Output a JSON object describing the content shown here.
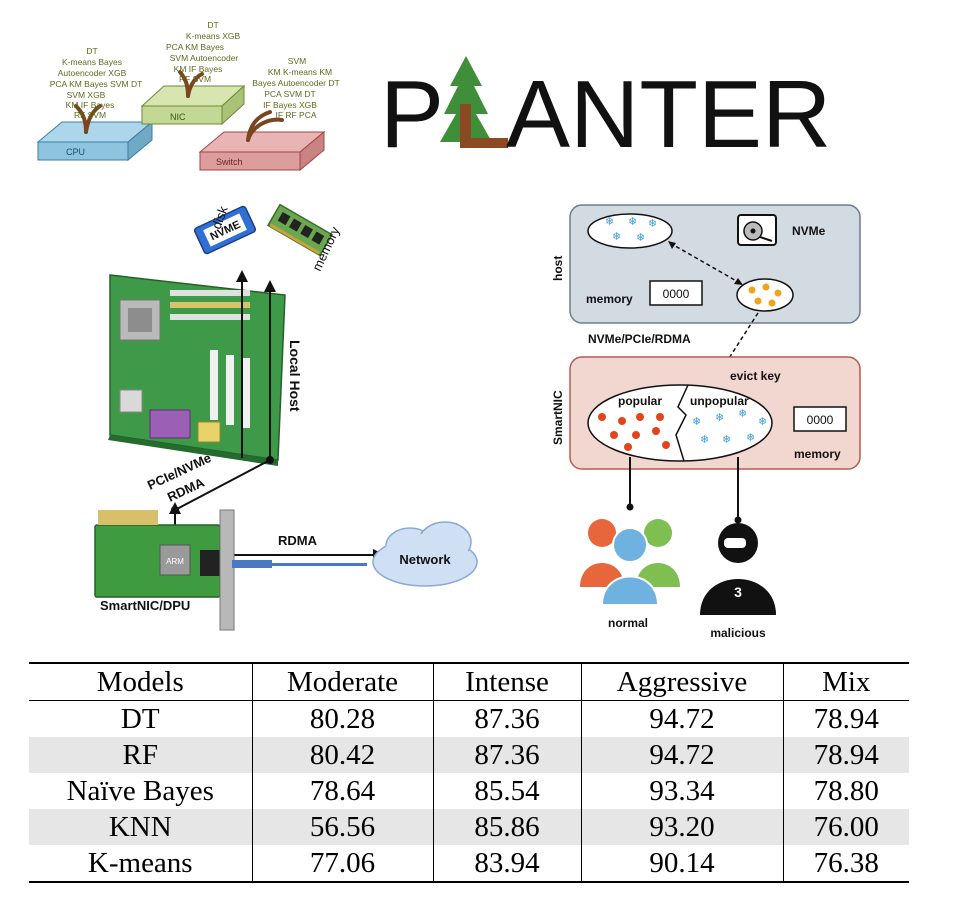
{
  "logo": {
    "text": "PLANTER",
    "letters_before_tree": "P",
    "letters_after_tree": "ANTER"
  },
  "planting": {
    "platforms": [
      "CPU",
      "NIC",
      "Switch"
    ],
    "cpu_words": [
      "DT",
      "K-means Bayes",
      "Autoencoder XGB",
      "PCA KM Bayes SVM DT",
      "SVM XGB",
      "KM IF Bayes",
      "RF SVM"
    ],
    "nic_words": [
      "DT",
      "K-means XGB",
      "PCA KM Bayes",
      "SVM Autoencoder",
      "KM IF Bayes",
      "RF SVM"
    ],
    "switch_words": [
      "SVM",
      "KM K-means KM",
      "Bayes Autoencoder DT",
      "PCA SVM DT",
      "IF Bayes XGB",
      "IF RF PCA"
    ]
  },
  "hardware": {
    "disk": "disk",
    "nvme": "NVME",
    "memory": "memory",
    "local_host": "Local Host",
    "bus_line1": "PCIe/NVMe",
    "bus_line2": "RDMA",
    "arm": "ARM",
    "rdma": "RDMA",
    "network": "Network",
    "smartnic": "SmartNIC/DPU"
  },
  "cache": {
    "host": "host",
    "nvme": "NVMe",
    "host_memory": "memory",
    "link": "NVMe/PCIe/RDMA",
    "smartnic": "SmartNIC",
    "evict": "evict key",
    "popular": "popular",
    "unpopular": "unpopular",
    "nic_memory": "memory",
    "normal": "normal",
    "malicious": "malicious",
    "chip_label": "0000",
    "mask_label": "3"
  },
  "table": {
    "columns": [
      "Models",
      "Moderate",
      "Intense",
      "Aggressive",
      "Mix"
    ],
    "rows": [
      [
        "DT",
        "80.28",
        "87.36",
        "94.72",
        "78.94"
      ],
      [
        "RF",
        "80.42",
        "87.36",
        "94.72",
        "78.94"
      ],
      [
        "Naïve Bayes",
        "78.64",
        "85.54",
        "93.34",
        "78.80"
      ],
      [
        "KNN",
        "56.56",
        "85.86",
        "93.20",
        "76.00"
      ],
      [
        "K-means",
        "77.06",
        "83.94",
        "90.14",
        "76.38"
      ]
    ]
  },
  "colors": {
    "cpu": "#aed6ea",
    "nic": "#d7e6b0",
    "switch": "#e8b4b4",
    "tree_green": "#3f8f3a",
    "trunk": "#8b4a22",
    "word_olive": "#5e6a1c",
    "host_box": "#d2dae2",
    "nic_box": "#f2d6d0",
    "pcb": "#3f9b3f"
  }
}
